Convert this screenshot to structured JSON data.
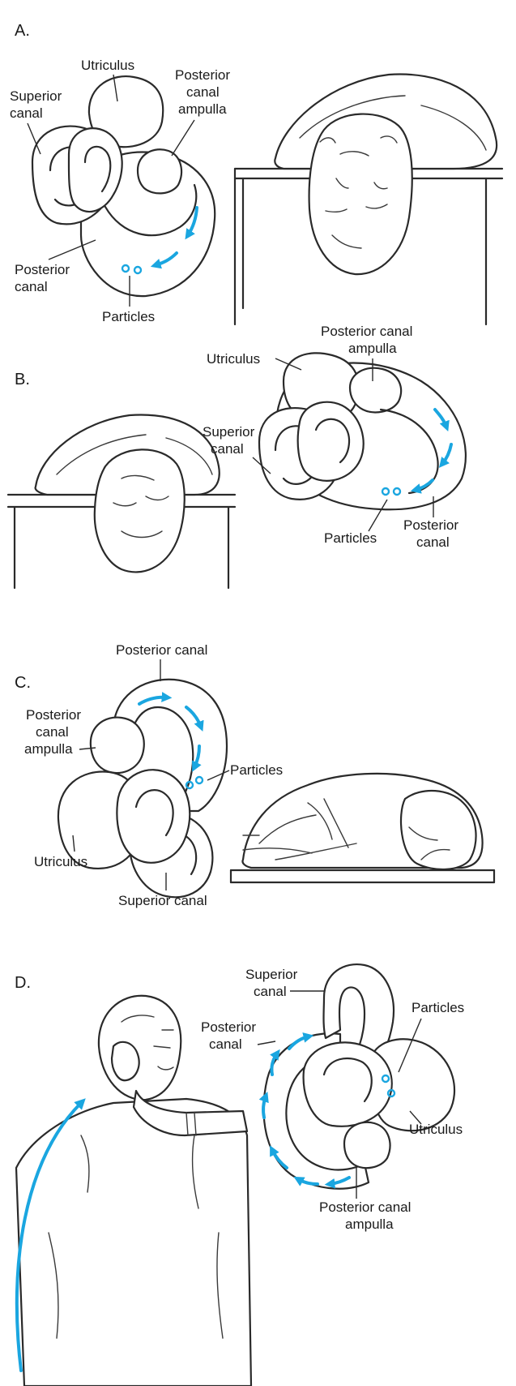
{
  "colors": {
    "accent": "#1aa6e0",
    "ink": "#2a2a2a"
  },
  "panels": {
    "a": {
      "letter": "A.",
      "labels": {
        "utriculus": "Utriculus",
        "superior_canal": [
          "Superior",
          "canal"
        ],
        "posterior_canal_ampulla": [
          "Posterior",
          "canal",
          "ampulla"
        ],
        "posterior_canal": [
          "Posterior",
          "canal"
        ],
        "particles": "Particles"
      }
    },
    "b": {
      "letter": "B.",
      "labels": {
        "utriculus": "Utriculus",
        "posterior_canal_ampulla": [
          "Posterior canal",
          "ampulla"
        ],
        "superior_canal": [
          "Superior",
          "canal"
        ],
        "particles": "Particles",
        "posterior_canal": [
          "Posterior",
          "canal"
        ]
      }
    },
    "c": {
      "letter": "C.",
      "labels": {
        "posterior_canal": "Posterior canal",
        "posterior_canal_ampulla": [
          "Posterior",
          "canal",
          "ampulla"
        ],
        "particles": "Particles",
        "utriculus": "Utriculus",
        "superior_canal": "Superior canal"
      }
    },
    "d": {
      "letter": "D.",
      "labels": {
        "superior_canal": [
          "Superior",
          "canal"
        ],
        "posterior_canal": [
          "Posterior",
          "canal"
        ],
        "particles": "Particles",
        "utriculus": "Utriculus",
        "posterior_canal_ampulla": [
          "Posterior canal",
          "ampulla"
        ]
      }
    }
  }
}
